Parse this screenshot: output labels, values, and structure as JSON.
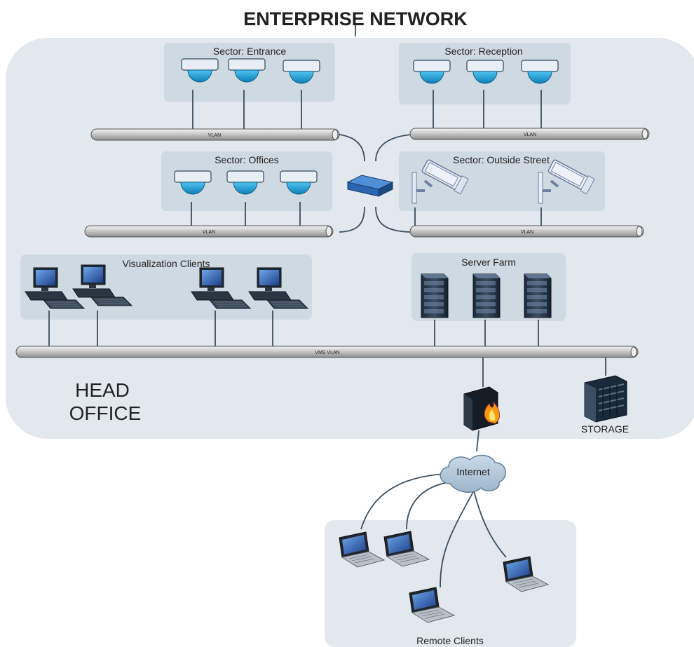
{
  "title": "ENTERPRISE NETWORK",
  "head_office": {
    "label_line1": "HEAD",
    "label_line2": "OFFICE"
  },
  "sectors": {
    "entrance": "Sector: Entrance",
    "reception": "Sector: Reception",
    "offices": "Sector: Offices",
    "outside_street": "Sector: Outside Street"
  },
  "groups": {
    "visualization_clients": "Visualization Clients",
    "server_farm": "Server Farm",
    "remote_clients": "Remote Clients"
  },
  "vlan_labels": {
    "entrance": "VLAN",
    "reception": "VLAN",
    "offices": "VLAN",
    "outside_street": "VLAN",
    "vms": "VMS VLAN"
  },
  "nodes": {
    "internet": "Internet",
    "storage": "STORAGE"
  },
  "icons": [
    "dome-camera-icon",
    "bullet-camera-icon",
    "network-switch-icon",
    "desktop-computer-icon",
    "server-rack-icon",
    "firewall-icon",
    "storage-array-icon",
    "cloud-icon",
    "laptop-icon"
  ],
  "colors": {
    "region_fill": "#e3e8ee",
    "sector_fill": "#cfd9e2",
    "camera_blue": "#1aa0d8",
    "cable": "#3a4d5e",
    "switch_blue": "#2a67b0"
  }
}
